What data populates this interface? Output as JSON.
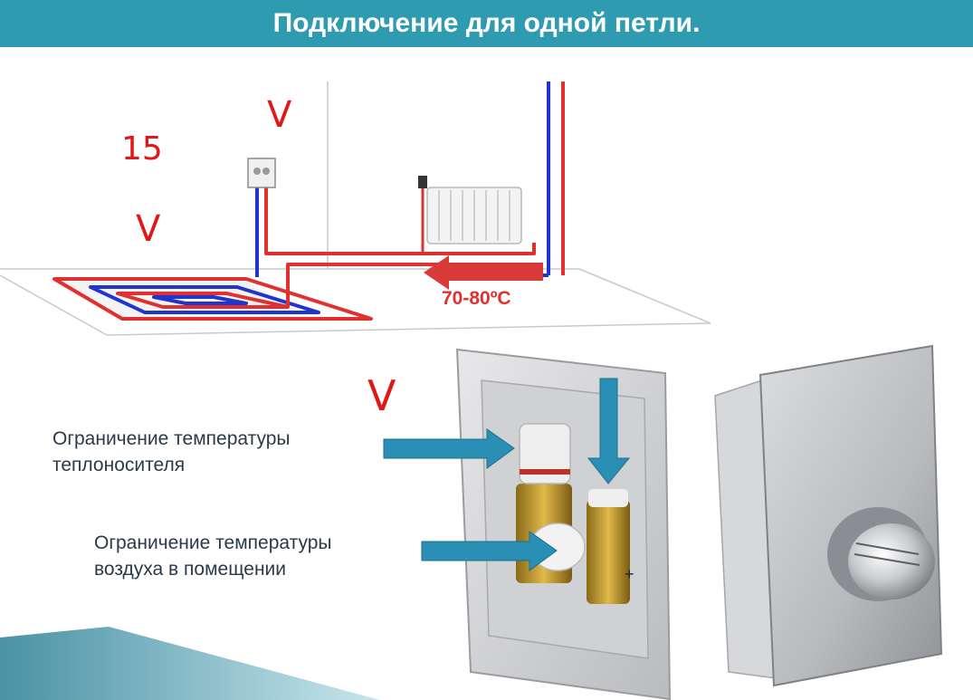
{
  "slide": {
    "title": "Подключение для одной петли.",
    "temperature_label": "70-80ºC",
    "handwritten": {
      "number": "15",
      "checkmark": "V"
    },
    "callouts": [
      {
        "line1": "Ограничение температуры",
        "line2": "теплоносителя"
      },
      {
        "line1": "Ограничение температуры",
        "line2": "воздуха в помещении"
      }
    ]
  },
  "colors": {
    "header": "#2f9bb0",
    "supply_pipe": "#e03030",
    "return_pipe": "#2035d0",
    "flow_arrow": "#d93a3a",
    "callout_arrow": "#2a8fb5",
    "text": "#2b3a48"
  },
  "icons": [
    "radiator-icon",
    "control-box-icon",
    "mixing-valve-icon",
    "thermostat-knob-icon",
    "flow-arrow-icon"
  ]
}
